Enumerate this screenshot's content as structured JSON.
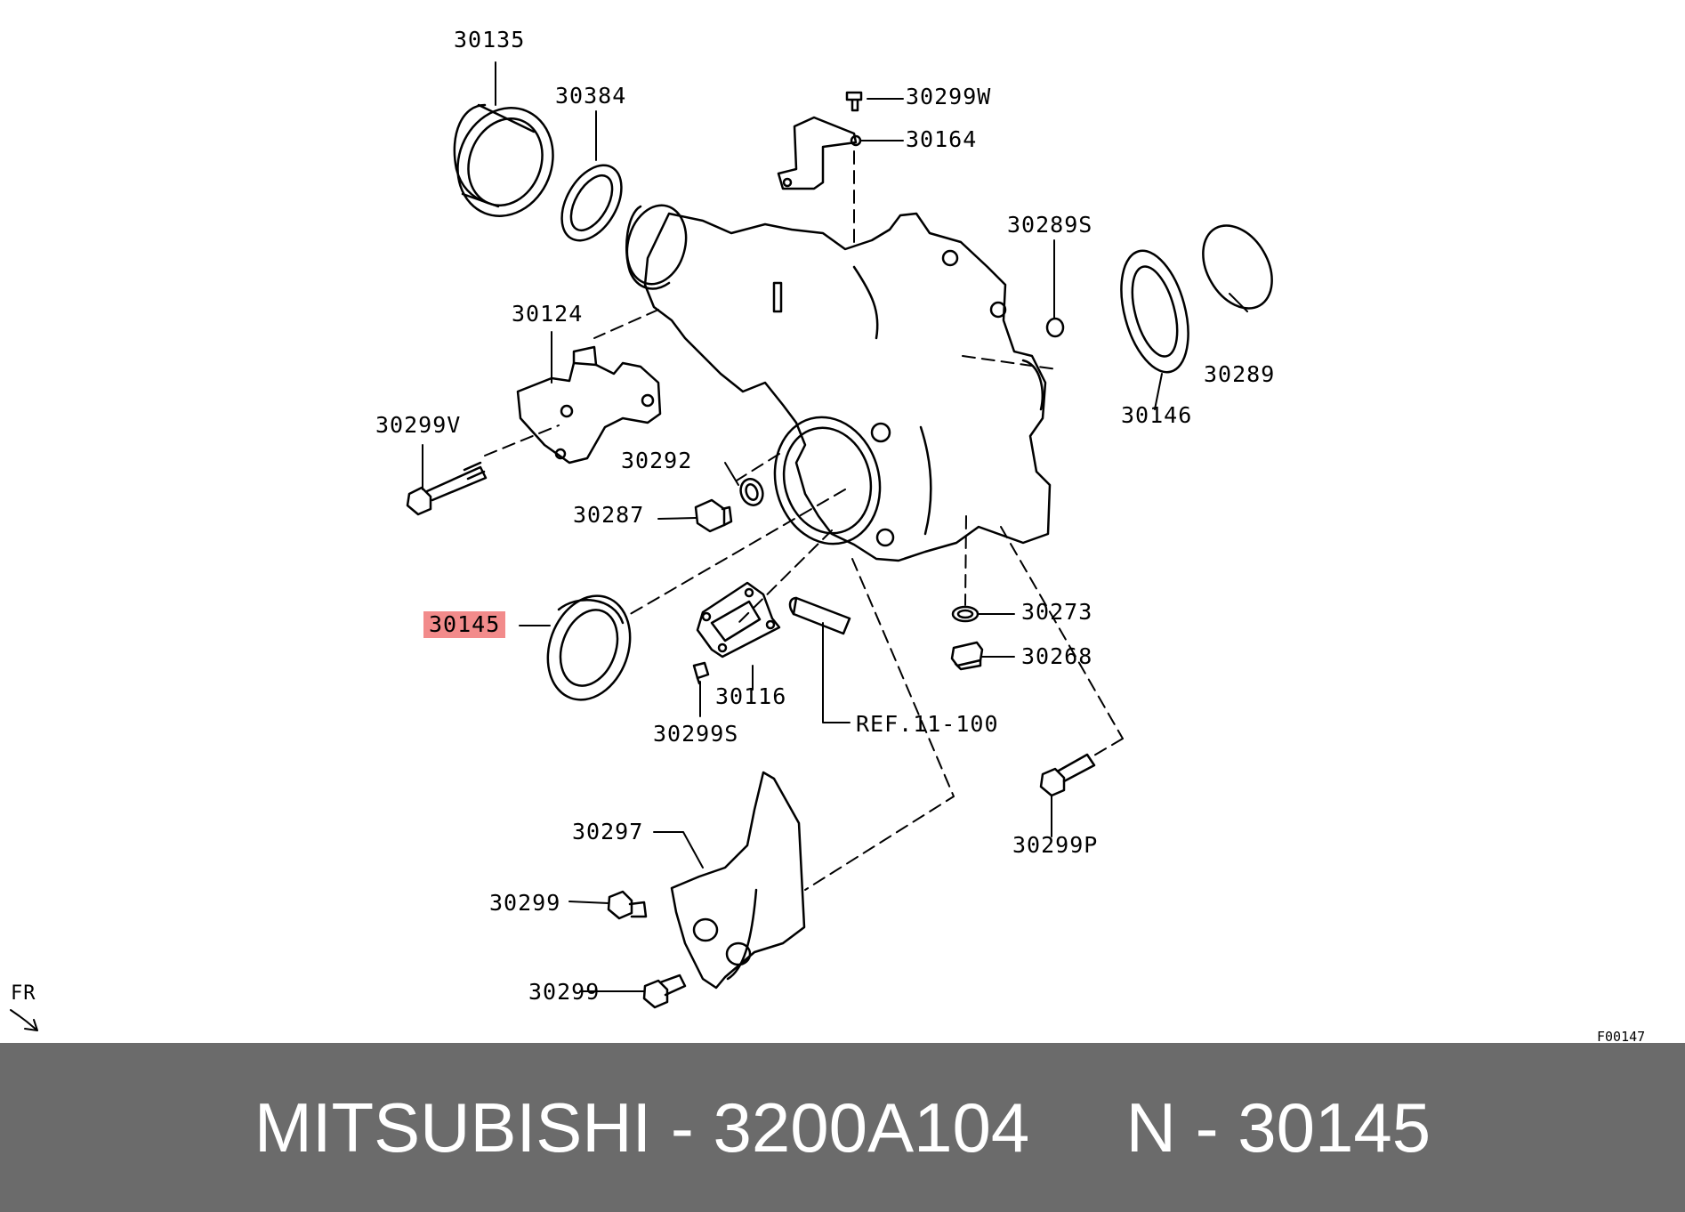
{
  "parts": {
    "p30135": "30135",
    "p30384": "30384",
    "p30299W": "30299W",
    "p30164": "30164",
    "p30289S": "30289S",
    "p30124": "30124",
    "p30289": "30289",
    "p30146": "30146",
    "p30299V": "30299V",
    "p30292": "30292",
    "p30287": "30287",
    "p30145": "30145",
    "p30273": "30273",
    "p30268": "30268",
    "p30116": "30116",
    "p30299S": "30299S",
    "ref": "REF.11-100",
    "p30299P": "30299P",
    "p30297": "30297",
    "p30299a": "30299",
    "p30299b": "30299"
  },
  "highlight_color": "#f28b8b",
  "direction_marker": "FR",
  "figure_code": "F00147",
  "footer": {
    "text": "MITSUBISHI - 3200A104     N - 30145",
    "background": "#6b6b6b"
  }
}
